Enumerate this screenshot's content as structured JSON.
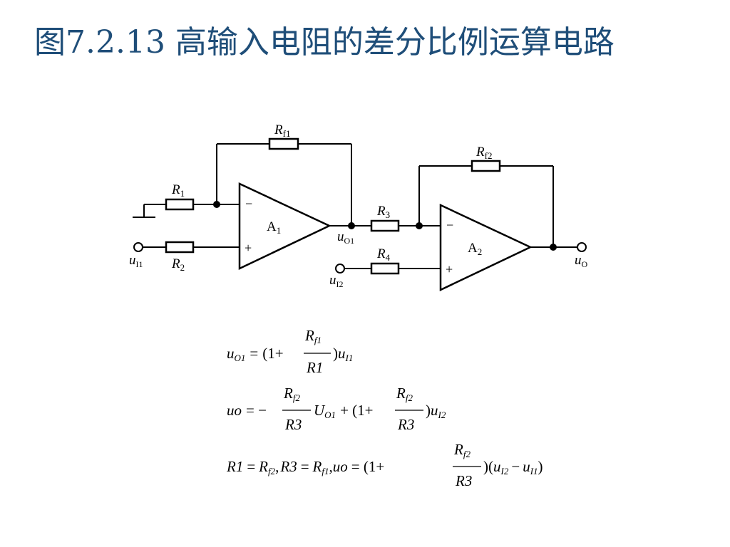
{
  "title": "图7.2.13 高输入电阻的差分比例运算电路",
  "circuit": {
    "rf1": {
      "name": "R",
      "sub": "f1"
    },
    "rf2": {
      "name": "R",
      "sub": "f2"
    },
    "r1": {
      "name": "R",
      "sub": "1"
    },
    "r2": {
      "name": "R",
      "sub": "2"
    },
    "r3": {
      "name": "R",
      "sub": "3"
    },
    "r4": {
      "name": "R",
      "sub": "4"
    },
    "a1": {
      "name": "A",
      "sub": "1"
    },
    "a2": {
      "name": "A",
      "sub": "2"
    },
    "uo1": {
      "name": "u",
      "sub": "O1"
    },
    "ui1": {
      "name": "u",
      "sub": "I1"
    },
    "ui2": {
      "name": "u",
      "sub": "I2"
    },
    "uo": {
      "name": "u",
      "sub": "O"
    },
    "minus": "−",
    "plus": "+"
  },
  "equations": {
    "eq1": {
      "lhs": "u",
      "lhs_sub": "O1",
      "eq": "=",
      "open": "(1+",
      "num": "R",
      "num_sub": "f1",
      "den": "R1",
      "close": ")",
      "rhs": "u",
      "rhs_sub": "I1"
    },
    "eq2": {
      "lhs": "uo",
      "eq": "= −",
      "f1_num": "R",
      "f1_num_sub": "f2",
      "f1_den": "R3",
      "term": "U",
      "term_sub": "O1",
      "plus": "+ (1+",
      "f2_num": "R",
      "f2_num_sub": "f2",
      "f2_den": "R3",
      "close": ")",
      "rhs": "u",
      "rhs_sub": "I2"
    },
    "eq3": {
      "a": "R1",
      "eq_a": "=",
      "b": "R",
      "b_sub": "f2",
      "comma1": ",",
      "c": "R3",
      "eq_c": "=",
      "d": "R",
      "d_sub": "f1",
      "comma2": ",",
      "e": "uo",
      "eq_e": "= (1+",
      "num": "R",
      "num_sub": "f2",
      "den": "R3",
      "close": ")(",
      "u1": "u",
      "u1_sub": "I2",
      "minus": "−",
      "u2": "u",
      "u2_sub": "I1",
      "end": ")"
    }
  }
}
